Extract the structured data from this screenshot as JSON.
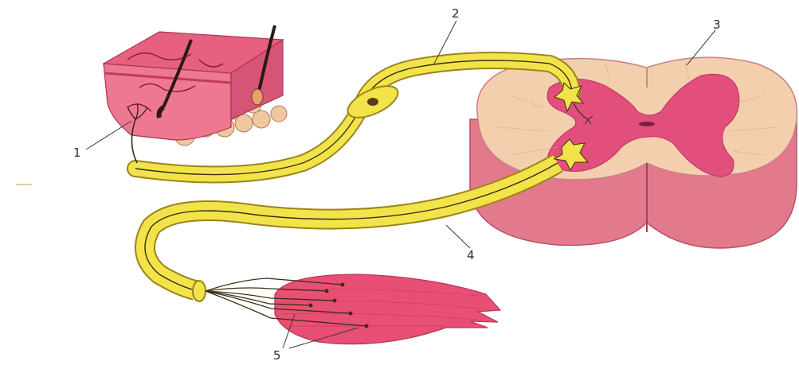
{
  "labels": {
    "skin_receptor": "1",
    "sensory_neuron": "2",
    "spinal_cord": "3",
    "motor_neuron": "4",
    "muscle_endings": "5"
  },
  "colors": {
    "nerve": "#f2e34b",
    "nerve_edge": "#b9a21a",
    "axon": "#3a2e10",
    "skin": "#e86a8a",
    "skin_dark": "#c94468",
    "white_matter": "#f3c9a8",
    "white_outer": "#e4909a",
    "grey_matter": "#e04a79",
    "muscle": "#e84f74",
    "fat": "#f0c8a0"
  }
}
